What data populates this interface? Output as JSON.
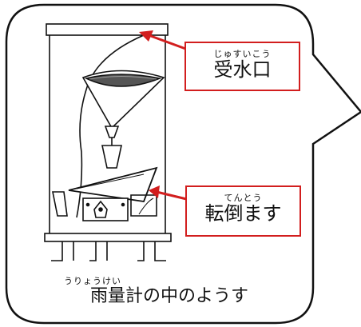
{
  "labels": {
    "inlet": {
      "ruby": "じゅすいこう",
      "text": "受水口"
    },
    "tipping": {
      "ruby": "てんとう",
      "text": "転倒ます"
    }
  },
  "caption": {
    "ruby": "うりょうけい",
    "text": "雨量計の中のようす"
  },
  "colors": {
    "arrow": "#d21e1e",
    "outline": "#111111",
    "box_border": "#d21e1e"
  }
}
